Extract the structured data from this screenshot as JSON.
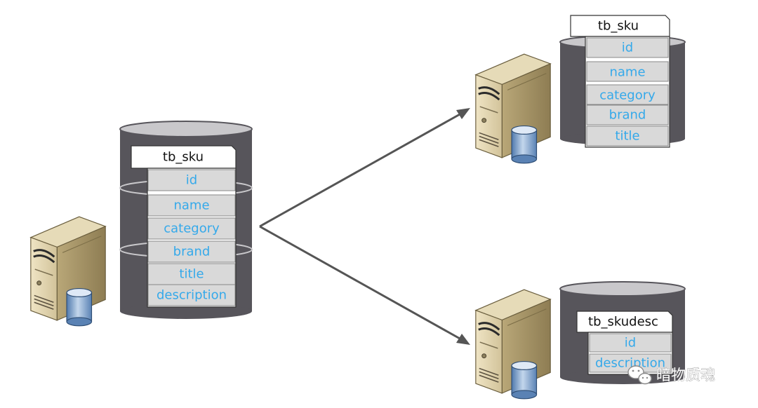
{
  "source_db": {
    "table_name": "tb_sku",
    "fields": [
      "id",
      "name",
      "category",
      "brand",
      "title",
      "description"
    ]
  },
  "target_db_1": {
    "table_name": "tb_sku",
    "fields": [
      "id",
      "name",
      "category",
      "brand",
      "title"
    ]
  },
  "target_db_2": {
    "table_name": "tb_skudesc",
    "fields": [
      "id",
      "description"
    ]
  },
  "watermark": {
    "text": "暗物质魂"
  },
  "colors": {
    "field_text": "#35a9ea",
    "cylinder_body": "#57555b",
    "cylinder_top": "#c9c8cb",
    "arrow": "#555555"
  }
}
